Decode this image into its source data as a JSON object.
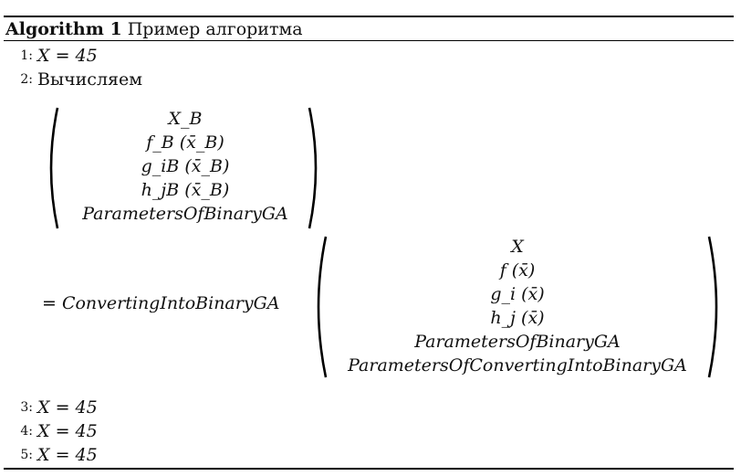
{
  "caption": {
    "label": "Algorithm 1",
    "title": "Пример алгоритма"
  },
  "lines": [
    {
      "num": "1:",
      "text": "X = 45"
    },
    {
      "num": "2:",
      "text": "Вычисляем"
    },
    {
      "num": "3:",
      "text": "X = 45"
    },
    {
      "num": "4:",
      "text": "X = 45"
    },
    {
      "num": "5:",
      "text": "X = 45"
    }
  ],
  "matrix1": {
    "rows": [
      "X_B",
      "f_B (x̄_B)",
      "g_iB (x̄_B)",
      "h_jB (x̄_B)",
      "ParametersOfBinaryGA"
    ]
  },
  "equation": {
    "lhs": "= ConvertingIntoBinaryGA"
  },
  "matrix2": {
    "rows": [
      "X",
      "f (x̄)",
      "g_i (x̄)",
      "h_j (x̄)",
      "ParametersOfBinaryGA",
      "ParametersOfConvertingIntoBinaryGA"
    ]
  }
}
